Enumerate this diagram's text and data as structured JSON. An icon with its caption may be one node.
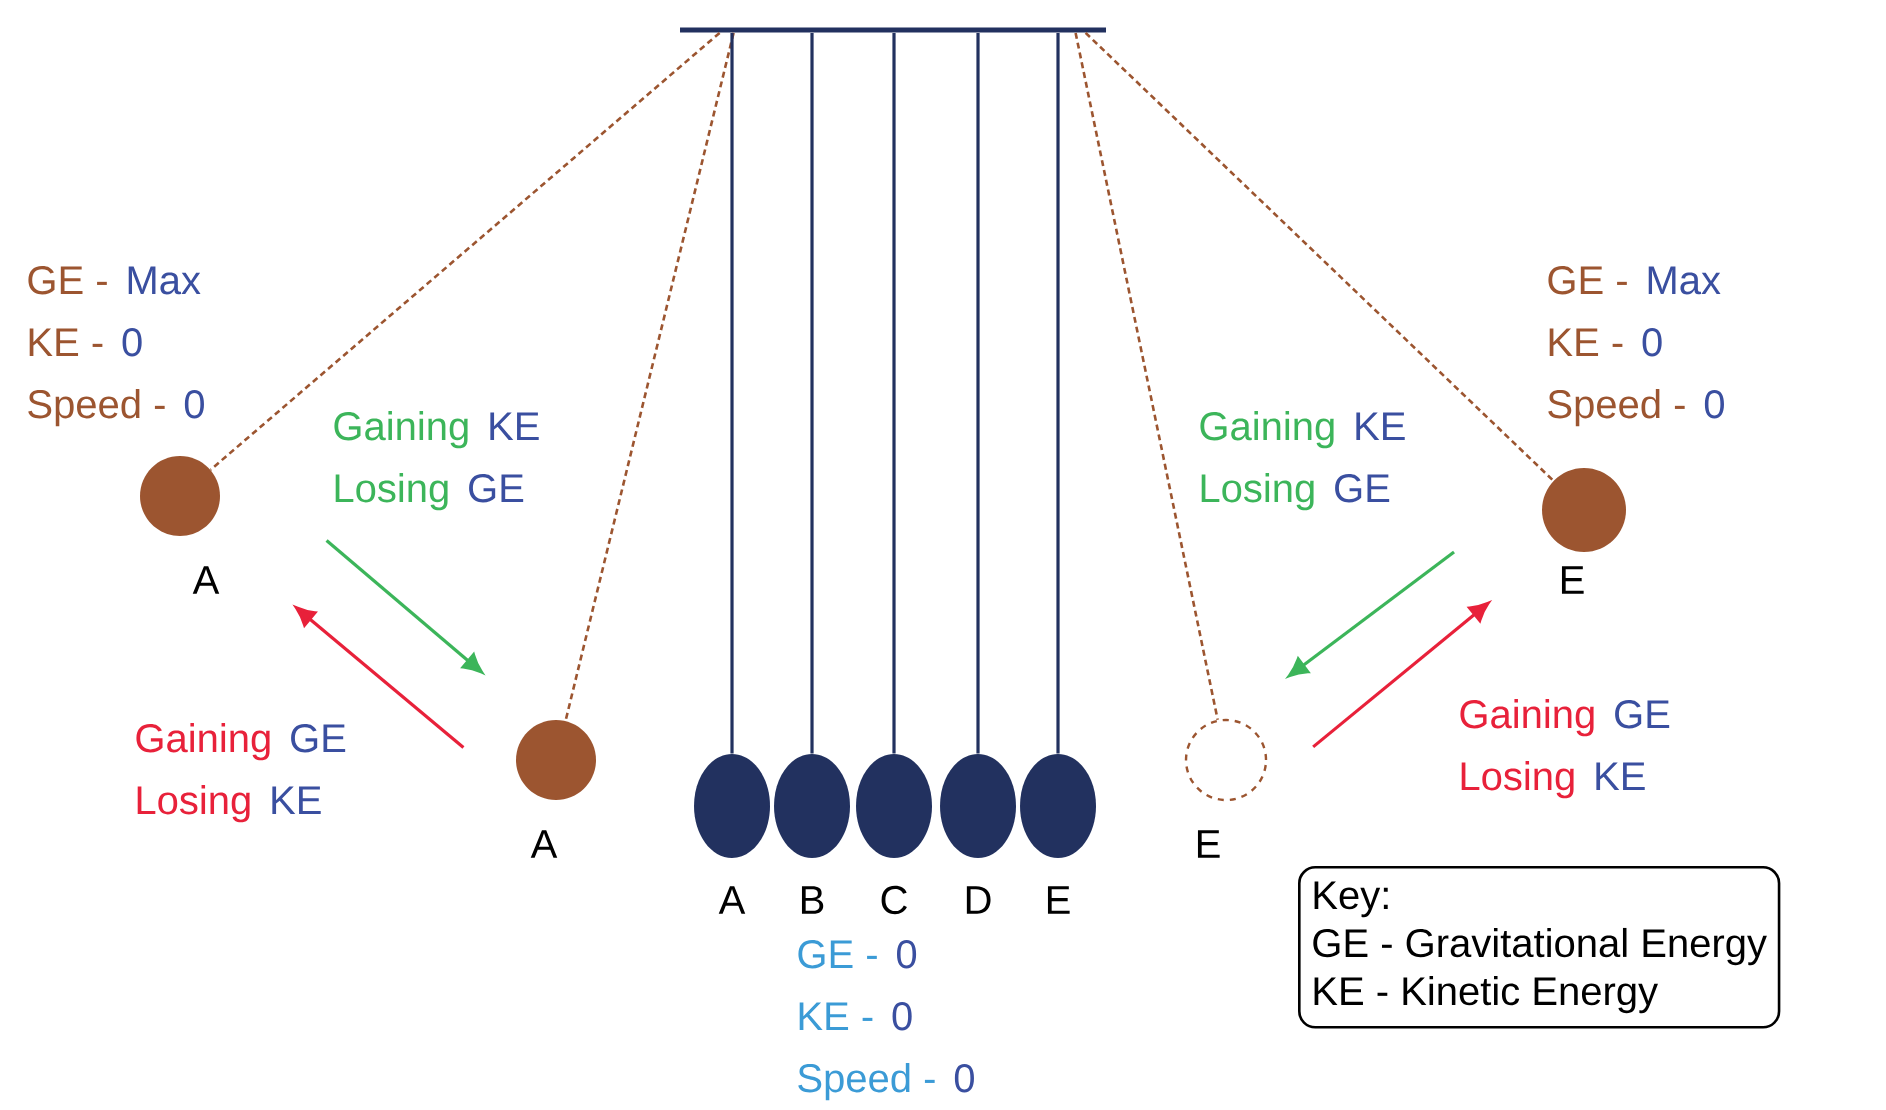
{
  "diagram": {
    "nodes": [
      {
        "text": [],
        "shape": "bar"
      },
      {
        "text": [],
        "shape": "circle",
        "beside": [
          "A"
        ]
      },
      {
        "text": [],
        "shape": "circle",
        "beside": [
          "A"
        ]
      },
      {
        "text": [],
        "shape": "ellipse",
        "beside": [
          "A"
        ]
      },
      {
        "text": [],
        "shape": "ellipse",
        "beside": [
          "B"
        ]
      },
      {
        "text": [],
        "shape": "ellipse",
        "beside": [
          "C"
        ]
      },
      {
        "text": [],
        "shape": "ellipse",
        "beside": [
          "D"
        ]
      },
      {
        "text": [],
        "shape": "ellipse",
        "beside": [
          "E"
        ]
      },
      {
        "text": [],
        "shape": "circle",
        "beside": [
          "E"
        ]
      },
      {
        "text": [],
        "shape": "circle",
        "beside": [
          "E"
        ]
      },
      {
        "text": [
          "Key:",
          "GE - Gravitational Energy",
          "KE - Kinetic Energy"
        ]
      }
    ],
    "edges": [
      {
        "from": 0,
        "to": 1,
        "arrow": "none",
        "style": "dashed",
        "color": "#9c5530"
      },
      {
        "from": 0,
        "to": 2,
        "arrow": "none",
        "style": "dashed",
        "color": "#9c5530"
      },
      {
        "from": 0,
        "to": 3,
        "arrow": "none"
      },
      {
        "from": 0,
        "to": 4,
        "arrow": "none"
      },
      {
        "from": 0,
        "to": 5,
        "arrow": "none"
      },
      {
        "from": 0,
        "to": 6,
        "arrow": "none"
      },
      {
        "from": 0,
        "to": 7,
        "arrow": "none"
      },
      {
        "from": 0,
        "to": 8,
        "arrow": "none",
        "style": "dashed",
        "color": "#9c5530"
      },
      {
        "from": 0,
        "to": 9,
        "arrow": "none",
        "style": "dashed",
        "color": "#9c5530"
      },
      {
        "from": 1,
        "to": 2,
        "arrow": "to",
        "color": "#3cb55a"
      },
      {
        "from": 2,
        "to": 1,
        "arrow": "to",
        "color": "#e8213a"
      },
      {
        "from": 9,
        "to": 8,
        "arrow": "to",
        "color": "#3cb55a"
      },
      {
        "from": 8,
        "to": 9,
        "arrow": "to",
        "color": "#e8213a"
      }
    ],
    "labels": [
      "GE -",
      "Max",
      "KE -",
      "0",
      "Speed -",
      "0",
      "GE -",
      "Max",
      "KE -",
      "0",
      "Speed -",
      "0",
      "Gaining",
      "KE",
      "Losing",
      "GE",
      "Gaining",
      "KE",
      "Losing",
      "GE",
      "Gaining",
      "GE",
      "Losing",
      "KE",
      "Gaining",
      "GE",
      "Losing",
      "KE",
      "GE -",
      "0",
      "KE -",
      "0",
      "Speed -",
      "0"
    ]
  }
}
